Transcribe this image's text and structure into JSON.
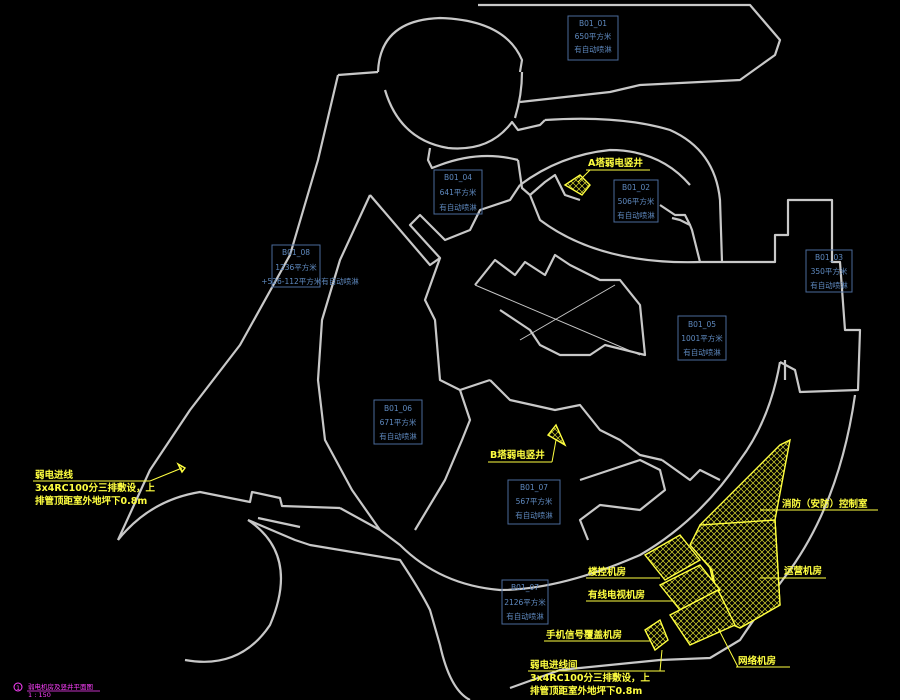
{
  "rooms": [
    {
      "id": "B01_01",
      "area": "650平方米",
      "note": "有自动喷淋"
    },
    {
      "id": "B01_02",
      "area": "506平方米",
      "note": "有自动喷淋"
    },
    {
      "id": "B01_03",
      "area": "350平方米",
      "note": "有自动喷淋"
    },
    {
      "id": "B01_04",
      "area": "641平方米",
      "note": "有自动喷淋"
    },
    {
      "id": "B01_05",
      "area": "1001平方米",
      "note": "有自动喷淋"
    },
    {
      "id": "B01_06",
      "area": "671平方米",
      "note": "有自动喷淋"
    },
    {
      "id": "B01_07",
      "area": "567平方米",
      "note": "有自动喷淋"
    },
    {
      "id": "B01_08",
      "area": "1236平方米",
      "note": "+526-112平方米有自动喷淋"
    },
    {
      "id": "B01_07",
      "area": "2126平方米",
      "note": "有自动喷淋"
    }
  ],
  "labels": {
    "a_shaft": "A塔弱电竖井",
    "b_shaft": "B塔弱电竖井",
    "fire_control": "消防（安防）控制室",
    "ops_room": "运营机房",
    "building_control": "楼控机房",
    "cable_tv": "有线电视机房",
    "mobile_signal": "手机信号覆盖机房",
    "network_room": "网络机房",
    "entry_left_1": "弱电进线",
    "entry_left_2": "3x4RC100分三排敷设，上",
    "entry_left_3": "排管顶距室外地坪下0.8m",
    "entry_bottom_1": "弱电进线间",
    "entry_bottom_2": "3x4RC100分三排敷设，上",
    "entry_bottom_3": "排管顶距室外地坪下0.8m"
  },
  "drawing_title": "弱电机房及竖井平面图",
  "drawing_scale": "1 : 150",
  "colors": {
    "background": "#000000",
    "walls": "#c8c8c8",
    "room_labels": "#5f8ac0",
    "equipment": "#ffff40",
    "title": "#ff40ff"
  }
}
